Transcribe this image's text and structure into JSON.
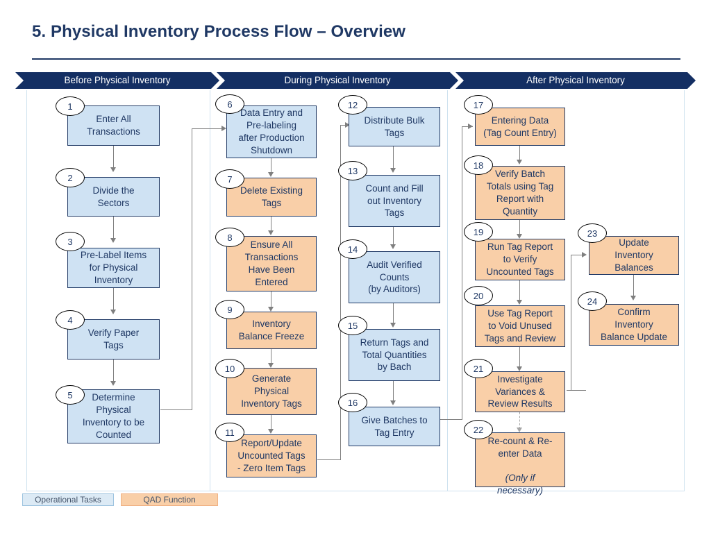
{
  "header": {
    "title": "5. Physical Inventory Process Flow – Overview"
  },
  "phases": [
    {
      "id": "before",
      "label": "Before Physical Inventory"
    },
    {
      "id": "during",
      "label": "During Physical Inventory"
    },
    {
      "id": "after",
      "label": "After Physical Inventory"
    }
  ],
  "legend": [
    {
      "key": "operational",
      "label": "Operational Tasks",
      "color": "#DCEAF5"
    },
    {
      "key": "qad",
      "label": "QAD Function",
      "color": "#F9CFA8"
    }
  ],
  "colors": {
    "banner": "#142F63",
    "title": "#1F3864",
    "operational_fill": "#CFE2F3",
    "qad_fill": "#F9CFA8",
    "box_border": "#1F3864",
    "connector": "#7F7F7F"
  },
  "nodes": [
    {
      "num": "1",
      "text": "Enter All\nTransactions",
      "type": "operational",
      "phase": "before"
    },
    {
      "num": "2",
      "text": "Divide the\nSectors",
      "type": "operational",
      "phase": "before"
    },
    {
      "num": "3",
      "text": "Pre-Label Items\nfor Physical\nInventory",
      "type": "operational",
      "phase": "before"
    },
    {
      "num": "4",
      "text": "Verify Paper\nTags",
      "type": "operational",
      "phase": "before"
    },
    {
      "num": "5",
      "text": "Determine\nPhysical\nInventory to be\nCounted",
      "type": "operational",
      "phase": "before"
    },
    {
      "num": "6",
      "text": "Data Entry and\nPre-labeling\nafter Production\nShutdown",
      "type": "operational",
      "phase": "during"
    },
    {
      "num": "7",
      "text": "Delete Existing\nTags",
      "type": "qad",
      "phase": "during"
    },
    {
      "num": "8",
      "text": "Ensure All\nTransactions\nHave Been\nEntered",
      "type": "qad",
      "phase": "during"
    },
    {
      "num": "9",
      "text": "Inventory\nBalance Freeze",
      "type": "qad",
      "phase": "during"
    },
    {
      "num": "10",
      "text": "Generate\nPhysical\nInventory Tags",
      "type": "qad",
      "phase": "during"
    },
    {
      "num": "11",
      "text": "Report/Update\nUncounted Tags\n- Zero Item Tags",
      "type": "qad",
      "phase": "during"
    },
    {
      "num": "12",
      "text": "Distribute Bulk\nTags",
      "type": "operational",
      "phase": "during"
    },
    {
      "num": "13",
      "text": "Count and Fill\nout Inventory\nTags",
      "type": "operational",
      "phase": "during"
    },
    {
      "num": "14",
      "text": "Audit Verified\nCounts\n(by Auditors)",
      "type": "operational",
      "phase": "during"
    },
    {
      "num": "15",
      "text": "Return Tags and\nTotal Quantities\nby Bach",
      "type": "operational",
      "phase": "during"
    },
    {
      "num": "16",
      "text": "Give Batches to\nTag Entry",
      "type": "operational",
      "phase": "during"
    },
    {
      "num": "17",
      "text": "Entering Data\n(Tag Count Entry)",
      "type": "qad",
      "phase": "after"
    },
    {
      "num": "18",
      "text": "Verify Batch\nTotals using Tag\nReport with\nQuantity",
      "type": "qad",
      "phase": "after"
    },
    {
      "num": "19",
      "text": "Run Tag Report\nto Verify\nUncounted Tags",
      "type": "qad",
      "phase": "after"
    },
    {
      "num": "20",
      "text": "Use Tag Report\nto Void Unused\nTags and Review",
      "type": "qad",
      "phase": "after"
    },
    {
      "num": "21",
      "text": "Investigate\nVariances &\nReview Results",
      "type": "qad",
      "phase": "after"
    },
    {
      "num": "22",
      "text": "Re-count & Re-\nenter Data",
      "type": "qad",
      "phase": "after",
      "italic_tail": "(Only if\nnecessary)"
    },
    {
      "num": "23",
      "text": "Update\nInventory\nBalances",
      "type": "qad",
      "phase": "after"
    },
    {
      "num": "24",
      "text": "Confirm\nInventory\nBalance Update",
      "type": "qad",
      "phase": "after"
    }
  ],
  "edges": [
    {
      "from": "1",
      "to": "2",
      "style": "solid"
    },
    {
      "from": "2",
      "to": "3",
      "style": "solid"
    },
    {
      "from": "3",
      "to": "4",
      "style": "solid"
    },
    {
      "from": "4",
      "to": "5",
      "style": "solid"
    },
    {
      "from": "5",
      "to": "6",
      "style": "solid"
    },
    {
      "from": "6",
      "to": "7",
      "style": "solid"
    },
    {
      "from": "7",
      "to": "8",
      "style": "solid"
    },
    {
      "from": "8",
      "to": "9",
      "style": "solid"
    },
    {
      "from": "9",
      "to": "10",
      "style": "solid"
    },
    {
      "from": "10",
      "to": "11",
      "style": "solid"
    },
    {
      "from": "11",
      "to": "12",
      "style": "solid"
    },
    {
      "from": "12",
      "to": "13",
      "style": "solid"
    },
    {
      "from": "13",
      "to": "14",
      "style": "solid"
    },
    {
      "from": "14",
      "to": "15",
      "style": "solid"
    },
    {
      "from": "15",
      "to": "16",
      "style": "solid"
    },
    {
      "from": "16",
      "to": "17",
      "style": "solid"
    },
    {
      "from": "17",
      "to": "18",
      "style": "solid"
    },
    {
      "from": "18",
      "to": "19",
      "style": "solid"
    },
    {
      "from": "19",
      "to": "20",
      "style": "solid"
    },
    {
      "from": "20",
      "to": "21",
      "style": "solid"
    },
    {
      "from": "21",
      "to": "22",
      "style": "dashed"
    },
    {
      "from": "21",
      "to": "23",
      "style": "solid"
    },
    {
      "from": "23",
      "to": "24",
      "style": "solid"
    }
  ]
}
